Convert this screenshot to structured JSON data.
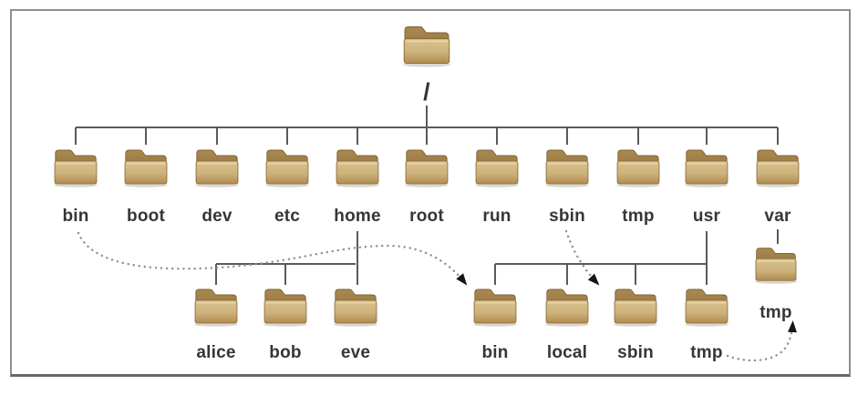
{
  "frame": {
    "background": "#ffffff",
    "border_color": "#8e8e8e"
  },
  "palette": {
    "folder_front_top": "#d8c190",
    "folder_front_bottom": "#b08b50",
    "folder_back": "#8f7040",
    "folder_outline": "#7a5d2f",
    "connector_color": "#5a5a5a",
    "dotted_color": "#8f8f8f",
    "arrow_color": "#161616",
    "label_color": "#363636"
  },
  "tree": {
    "root": {
      "label": "/"
    },
    "top_row": [
      {
        "label": "bin"
      },
      {
        "label": "boot"
      },
      {
        "label": "dev"
      },
      {
        "label": "etc"
      },
      {
        "label": "home"
      },
      {
        "label": "root"
      },
      {
        "label": "run"
      },
      {
        "label": "sbin"
      },
      {
        "label": "tmp"
      },
      {
        "label": "usr"
      },
      {
        "label": "var"
      }
    ],
    "home_children": [
      {
        "label": "alice"
      },
      {
        "label": "bob"
      },
      {
        "label": "eve"
      }
    ],
    "usr_children": [
      {
        "label": "bin"
      },
      {
        "label": "local"
      },
      {
        "label": "sbin"
      },
      {
        "label": "tmp"
      }
    ],
    "var_children": [
      {
        "label": "tmp"
      }
    ]
  },
  "symlinks": [
    {
      "name": "bin-to-usr-bin",
      "from": "/bin",
      "to": "/usr/bin"
    },
    {
      "name": "sbin-to-usr-sbin",
      "from": "/sbin",
      "to": "/usr/sbin"
    },
    {
      "name": "usr-tmp-to-var-tmp",
      "from": "/usr/tmp",
      "to": "/var/tmp"
    }
  ]
}
